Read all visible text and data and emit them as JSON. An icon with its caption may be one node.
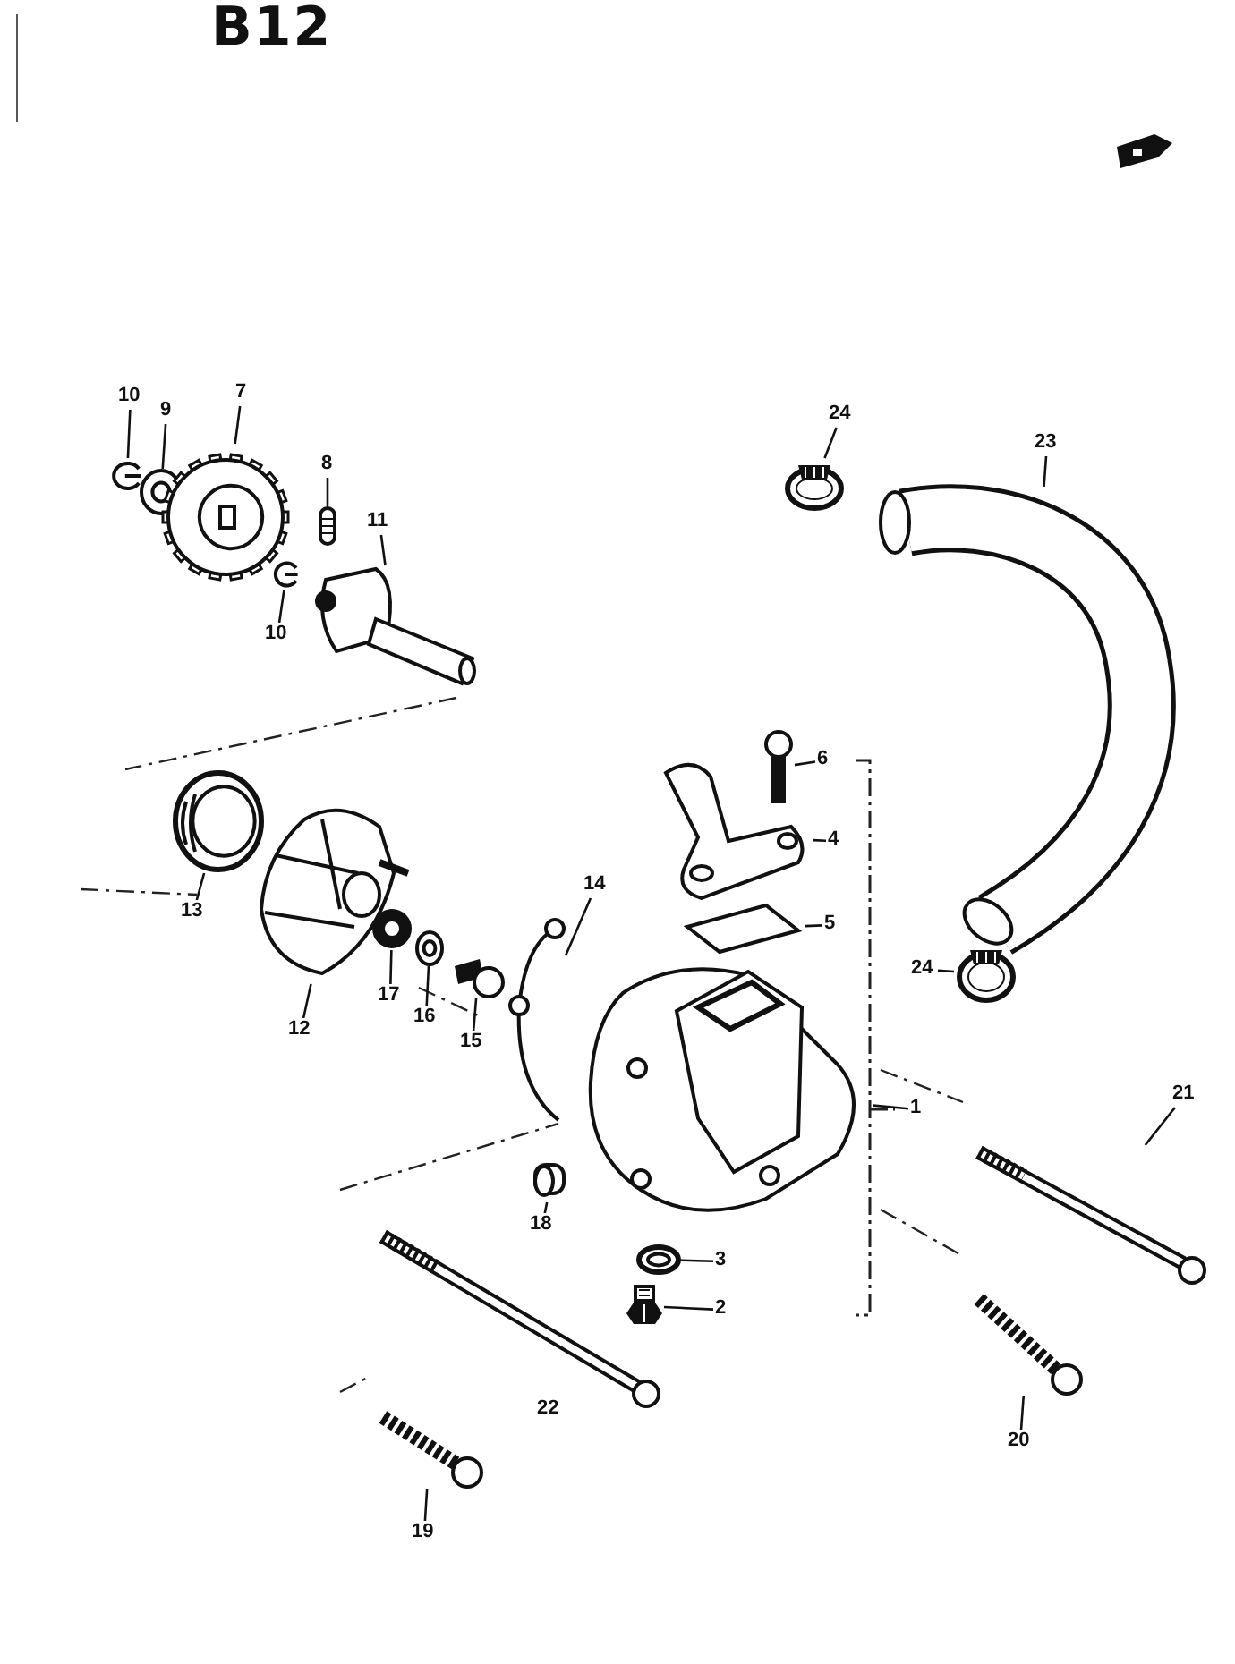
{
  "diagram": {
    "title": "B12",
    "nodes": [
      {
        "text": [
          "10"
        ]
      },
      {
        "text": [],
        "shape": "picture"
      },
      {
        "text": [
          "9"
        ]
      },
      {
        "text": [],
        "shape": "picture"
      },
      {
        "text": [
          "7"
        ]
      },
      {
        "text": [],
        "shape": "picture"
      },
      {
        "text": [
          "8"
        ]
      },
      {
        "text": [],
        "shape": "picture"
      },
      {
        "text": [
          "11"
        ]
      },
      {
        "text": [],
        "shape": "picture"
      },
      {
        "text": [
          "10"
        ]
      },
      {
        "text": [],
        "shape": "picture"
      },
      {
        "text": [
          "24"
        ]
      },
      {
        "text": [],
        "shape": "picture"
      },
      {
        "text": [
          "23"
        ]
      },
      {
        "text": [],
        "shape": "picture"
      },
      {
        "text": [
          "6"
        ]
      },
      {
        "text": [],
        "shape": "picture"
      },
      {
        "text": [
          "4"
        ]
      },
      {
        "text": [],
        "shape": "picture"
      },
      {
        "text": [
          "5"
        ]
      },
      {
        "text": [],
        "shape": "picture"
      },
      {
        "text": [
          "14"
        ]
      },
      {
        "text": [],
        "shape": "picture"
      },
      {
        "text": [
          "13"
        ]
      },
      {
        "text": [],
        "shape": "picture"
      },
      {
        "text": [
          "12"
        ]
      },
      {
        "text": [],
        "shape": "picture"
      },
      {
        "text": [
          "17"
        ]
      },
      {
        "text": [],
        "shape": "picture"
      },
      {
        "text": [
          "16"
        ]
      },
      {
        "text": [],
        "shape": "picture"
      },
      {
        "text": [
          "15"
        ]
      },
      {
        "text": [],
        "shape": "picture"
      },
      {
        "text": [
          "24"
        ]
      },
      {
        "text": [],
        "shape": "picture"
      },
      {
        "text": [
          "1"
        ]
      },
      {
        "text": [],
        "shape": "picture"
      },
      {
        "text": [
          "21"
        ]
      },
      {
        "text": [],
        "shape": "picture"
      },
      {
        "text": [
          "18"
        ]
      },
      {
        "text": [],
        "shape": "picture"
      },
      {
        "text": [
          "3"
        ]
      },
      {
        "text": [],
        "shape": "picture"
      },
      {
        "text": [
          "2"
        ]
      },
      {
        "text": [],
        "shape": "picture"
      },
      {
        "text": [
          "22"
        ]
      },
      {
        "text": [],
        "shape": "picture"
      },
      {
        "text": [
          "20"
        ]
      },
      {
        "text": [],
        "shape": "picture"
      },
      {
        "text": [
          "19"
        ]
      },
      {
        "text": [],
        "shape": "picture"
      }
    ],
    "edges": [
      {
        "from": 0,
        "to": 1,
        "arrow": "none"
      },
      {
        "from": 2,
        "to": 3,
        "arrow": "none"
      },
      {
        "from": 4,
        "to": 5,
        "arrow": "none"
      },
      {
        "from": 6,
        "to": 7,
        "arrow": "none"
      },
      {
        "from": 8,
        "to": 9,
        "arrow": "none"
      },
      {
        "from": 10,
        "to": 11,
        "arrow": "none"
      },
      {
        "from": 12,
        "to": 13,
        "arrow": "none"
      },
      {
        "from": 14,
        "to": 15,
        "arrow": "none"
      },
      {
        "from": 16,
        "to": 17,
        "arrow": "none"
      },
      {
        "from": 18,
        "to": 19,
        "arrow": "none"
      },
      {
        "from": 20,
        "to": 21,
        "arrow": "none"
      },
      {
        "from": 22,
        "to": 23,
        "arrow": "none"
      },
      {
        "from": 24,
        "to": 25,
        "arrow": "none"
      },
      {
        "from": 26,
        "to": 27,
        "arrow": "none"
      },
      {
        "from": 28,
        "to": 29,
        "arrow": "none"
      },
      {
        "from": 30,
        "to": 31,
        "arrow": "none"
      },
      {
        "from": 32,
        "to": 33,
        "arrow": "none"
      },
      {
        "from": 34,
        "to": 35,
        "arrow": "none"
      },
      {
        "from": 36,
        "to": 37,
        "arrow": "none"
      },
      {
        "from": 38,
        "to": 39,
        "arrow": "none"
      },
      {
        "from": 40,
        "to": 41,
        "arrow": "none"
      },
      {
        "from": 42,
        "to": 43,
        "arrow": "none"
      },
      {
        "from": 44,
        "to": 45,
        "arrow": "none"
      },
      {
        "from": 46,
        "to": 47,
        "arrow": "none"
      },
      {
        "from": 48,
        "to": 49,
        "arrow": "none"
      },
      {
        "from": 50,
        "to": 51,
        "arrow": "none"
      }
    ]
  }
}
